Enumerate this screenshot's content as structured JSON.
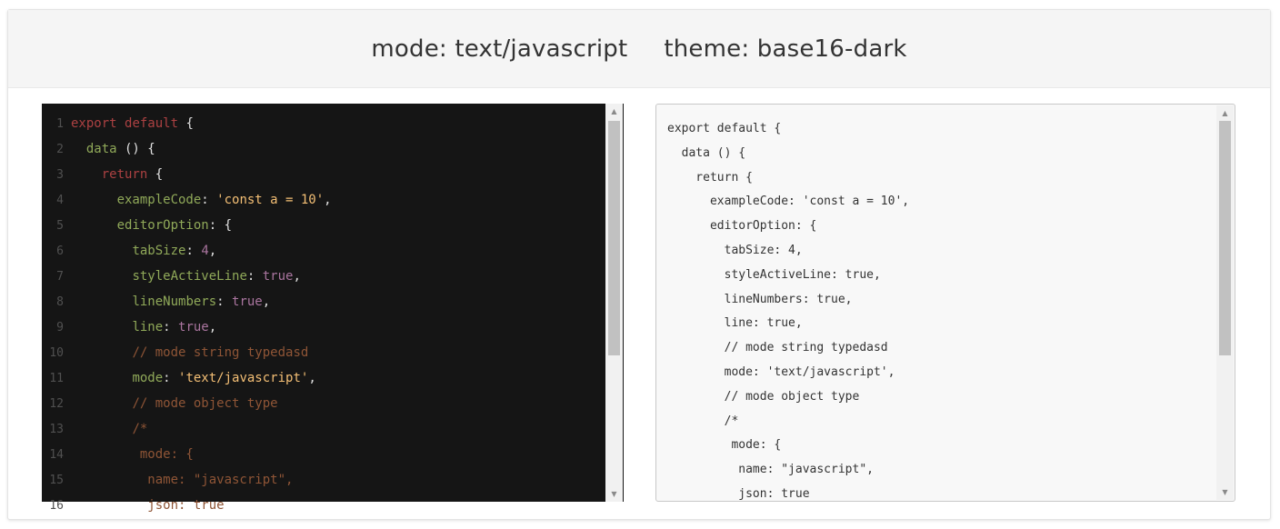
{
  "header": {
    "mode": "mode: text/javascript",
    "theme": "theme: base16-dark"
  },
  "colors": {
    "editor_bg": "#151515",
    "keyword": "#ac4142",
    "property": "#90a959",
    "string": "#f4bf75",
    "atom": "#aa759f",
    "comment": "#8f5536",
    "gutter": "#505050"
  },
  "editor": {
    "line_numbers": [
      "1",
      "2",
      "3",
      "4",
      "5",
      "6",
      "7",
      "8",
      "9",
      "10",
      "11",
      "12",
      "13",
      "14",
      "15",
      "16"
    ],
    "tokens": [
      [
        [
          "kw",
          "export"
        ],
        [
          "p",
          " "
        ],
        [
          "kw",
          "default"
        ],
        [
          "p",
          " {"
        ]
      ],
      [
        [
          "p",
          "  "
        ],
        [
          "prop",
          "data"
        ],
        [
          "p",
          " () {"
        ]
      ],
      [
        [
          "p",
          "    "
        ],
        [
          "kw",
          "return"
        ],
        [
          "p",
          " {"
        ]
      ],
      [
        [
          "p",
          "      "
        ],
        [
          "prop",
          "exampleCode"
        ],
        [
          "p",
          ": "
        ],
        [
          "str",
          "'const a = 10'"
        ],
        [
          "p",
          ","
        ]
      ],
      [
        [
          "p",
          "      "
        ],
        [
          "prop",
          "editorOption"
        ],
        [
          "p",
          ": {"
        ]
      ],
      [
        [
          "p",
          "        "
        ],
        [
          "prop",
          "tabSize"
        ],
        [
          "p",
          ": "
        ],
        [
          "num",
          "4"
        ],
        [
          "p",
          ","
        ]
      ],
      [
        [
          "p",
          "        "
        ],
        [
          "prop",
          "styleActiveLine"
        ],
        [
          "p",
          ": "
        ],
        [
          "atom",
          "true"
        ],
        [
          "p",
          ","
        ]
      ],
      [
        [
          "p",
          "        "
        ],
        [
          "prop",
          "lineNumbers"
        ],
        [
          "p",
          ": "
        ],
        [
          "atom",
          "true"
        ],
        [
          "p",
          ","
        ]
      ],
      [
        [
          "p",
          "        "
        ],
        [
          "prop",
          "line"
        ],
        [
          "p",
          ": "
        ],
        [
          "atom",
          "true"
        ],
        [
          "p",
          ","
        ]
      ],
      [
        [
          "p",
          "        "
        ],
        [
          "com",
          "// mode string typedasd"
        ]
      ],
      [
        [
          "p",
          "        "
        ],
        [
          "prop",
          "mode"
        ],
        [
          "p",
          ": "
        ],
        [
          "str",
          "'text/javascript'"
        ],
        [
          "p",
          ","
        ]
      ],
      [
        [
          "p",
          "        "
        ],
        [
          "com",
          "// mode object type"
        ]
      ],
      [
        [
          "p",
          "        "
        ],
        [
          "com",
          "/*"
        ]
      ],
      [
        [
          "com",
          "         mode: {"
        ]
      ],
      [
        [
          "com",
          "          name: \"javascript\","
        ]
      ],
      [
        [
          "com",
          "          json: true"
        ]
      ]
    ]
  },
  "textarea": {
    "lines": [
      "export default {",
      "  data () {",
      "    return {",
      "      exampleCode: 'const a = 10',",
      "      editorOption: {",
      "        tabSize: 4,",
      "        styleActiveLine: true,",
      "        lineNumbers: true,",
      "        line: true,",
      "        // mode string typedasd",
      "        mode: 'text/javascript',",
      "        // mode object type",
      "        /*",
      "         mode: {",
      "          name: \"javascript\",",
      "          json: true"
    ]
  },
  "icons": {
    "scroll_up": "scroll-up-arrow-icon",
    "scroll_down": "scroll-down-arrow-icon"
  }
}
